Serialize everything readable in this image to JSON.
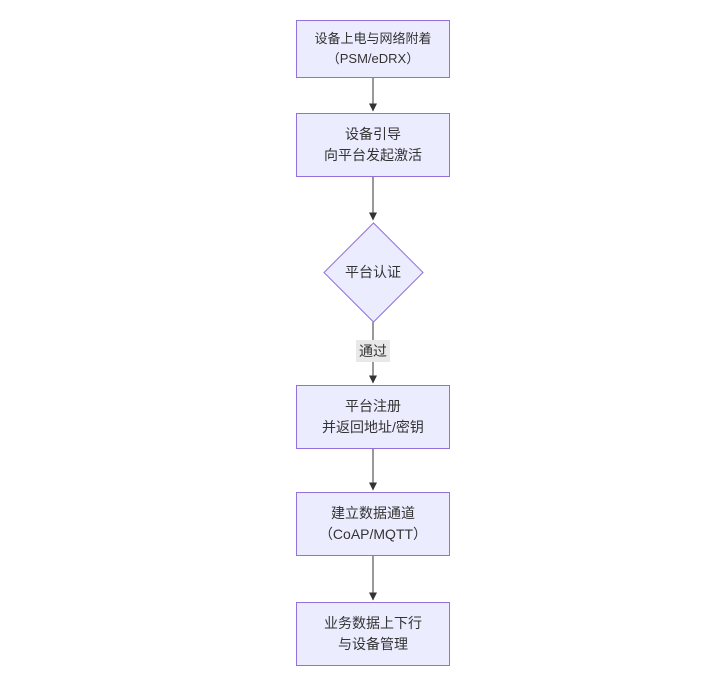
{
  "diagram": {
    "title": "",
    "type": "flowchart-top-down",
    "nodes": {
      "power_attach": {
        "line1": "设备上电与网络附着",
        "line2": "（PSM/eDRX）",
        "shape": "rect"
      },
      "bootstrap": {
        "line1": "设备引导",
        "line2": "向平台发起激活",
        "shape": "rect"
      },
      "auth": {
        "label": "平台认证",
        "shape": "diamond"
      },
      "register": {
        "line1": "平台注册",
        "line2": "并返回地址/密钥",
        "shape": "rect"
      },
      "channel": {
        "line1": "建立数据通道",
        "line2": "（CoAP/MQTT）",
        "shape": "rect"
      },
      "business": {
        "line1": "业务数据上下行",
        "line2": "与设备管理",
        "shape": "rect"
      }
    },
    "edges": {
      "flow": [
        {
          "from": "power_attach",
          "to": "bootstrap",
          "label": ""
        },
        {
          "from": "bootstrap",
          "to": "auth",
          "label": ""
        },
        {
          "from": "auth",
          "to": "register",
          "label": "通过"
        },
        {
          "from": "register",
          "to": "channel",
          "label": ""
        },
        {
          "from": "channel",
          "to": "business",
          "label": ""
        }
      ],
      "auth_pass_label": "通过"
    },
    "colors": {
      "node_fill": "#ECECFF",
      "node_border": "#9370DB",
      "text": "#333333",
      "arrow": "#333333",
      "edge_label_bg": "#e8e8e8",
      "background": "#ffffff"
    }
  }
}
